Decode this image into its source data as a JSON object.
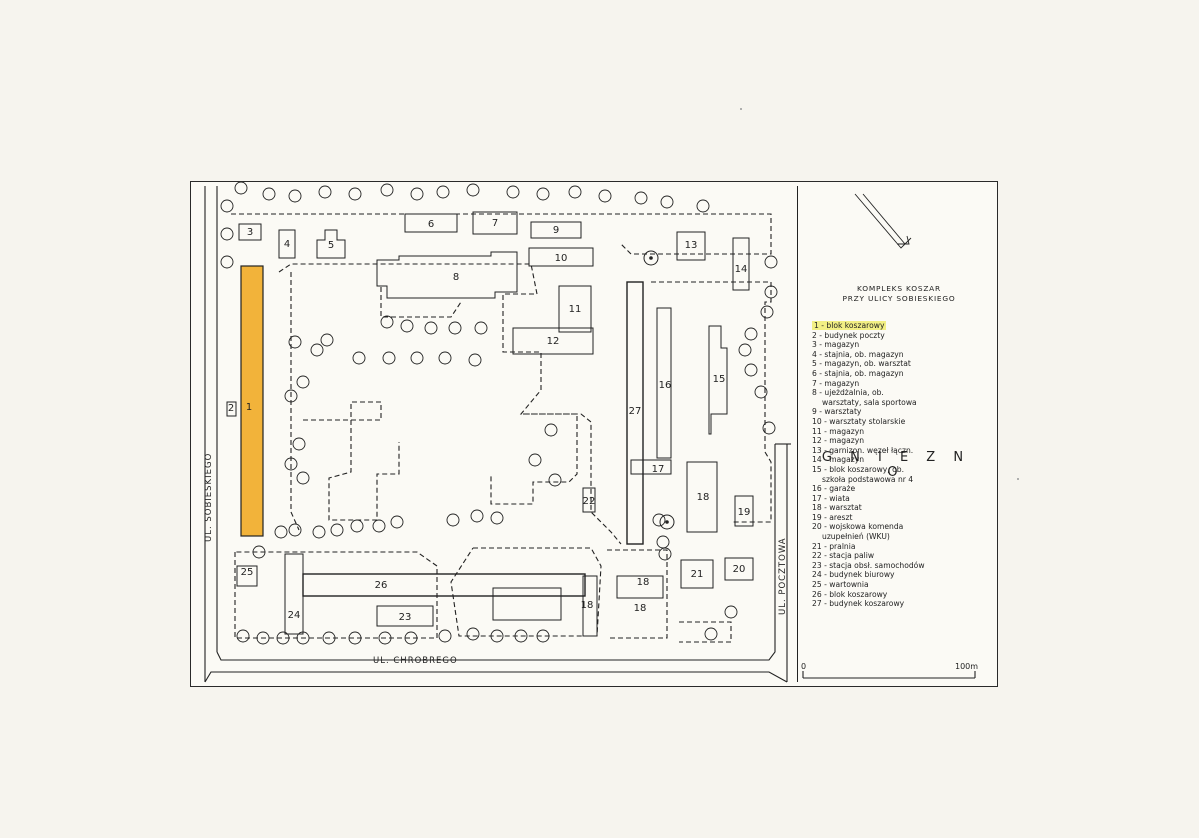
{
  "title": "G N I E Z N O",
  "subtitle_1": "KOMPLEKS KOSZAR",
  "subtitle_2": "PRZY ULICY SOBIESKIEGO",
  "streets": {
    "sobieskiego": "UL. SOBIESKIEGO",
    "chrobrego": "UL. CHROBREGO",
    "pocztowa": "UL. POCZTOWA"
  },
  "scale": {
    "start": "0",
    "end": "100m"
  },
  "highlight_color": "#f2b33a",
  "legend": [
    {
      "text": "1 - blok koszarowy",
      "highlight": true
    },
    {
      "text": "2 - budynek poczty"
    },
    {
      "text": "3 - magazyn"
    },
    {
      "text": "4 - stajnia, ob. magazyn"
    },
    {
      "text": "5 - magazyn, ob. warsztat"
    },
    {
      "text": "6 - stajnia, ob. magazyn"
    },
    {
      "text": "7 - magazyn"
    },
    {
      "text": "8 - ujeżdżalnia, ob."
    },
    {
      "text": "warsztaty, sala sportowa",
      "cont": true
    },
    {
      "text": "9 - warsztaty"
    },
    {
      "text": "10 - warsztaty stolarskie"
    },
    {
      "text": "11 - magazyn"
    },
    {
      "text": "12 - magazyn"
    },
    {
      "text": "13 - garnizon. węzeł łączn."
    },
    {
      "text": "14 - magazyn"
    },
    {
      "text": "15 - blok koszarowy, ob."
    },
    {
      "text": "szkoła podstawowa nr 4",
      "cont": true
    },
    {
      "text": "16 - garaże"
    },
    {
      "text": "17 - wiata"
    },
    {
      "text": "18 - warsztat"
    },
    {
      "text": "19 - areszt"
    },
    {
      "text": "20 - wojskowa komenda"
    },
    {
      "text": "uzupełnień (WKU)",
      "cont": true
    },
    {
      "text": "21 - pralnia"
    },
    {
      "text": "22 - stacja paliw"
    },
    {
      "text": "23 - stacja obsł. samochodów"
    },
    {
      "text": "24 - budynek biurowy"
    },
    {
      "text": "25 - wartownia"
    },
    {
      "text": "26 - blok koszarowy"
    },
    {
      "text": "27 - budynek koszarowy"
    }
  ],
  "building_labels": [
    "1",
    "2",
    "3",
    "4",
    "5",
    "6",
    "7",
    "8",
    "9",
    "10",
    "11",
    "12",
    "13",
    "14",
    "15",
    "16",
    "17",
    "18",
    "18",
    "18",
    "18",
    "19",
    "20",
    "21",
    "22",
    "23",
    "24",
    "25",
    "26",
    "27"
  ]
}
